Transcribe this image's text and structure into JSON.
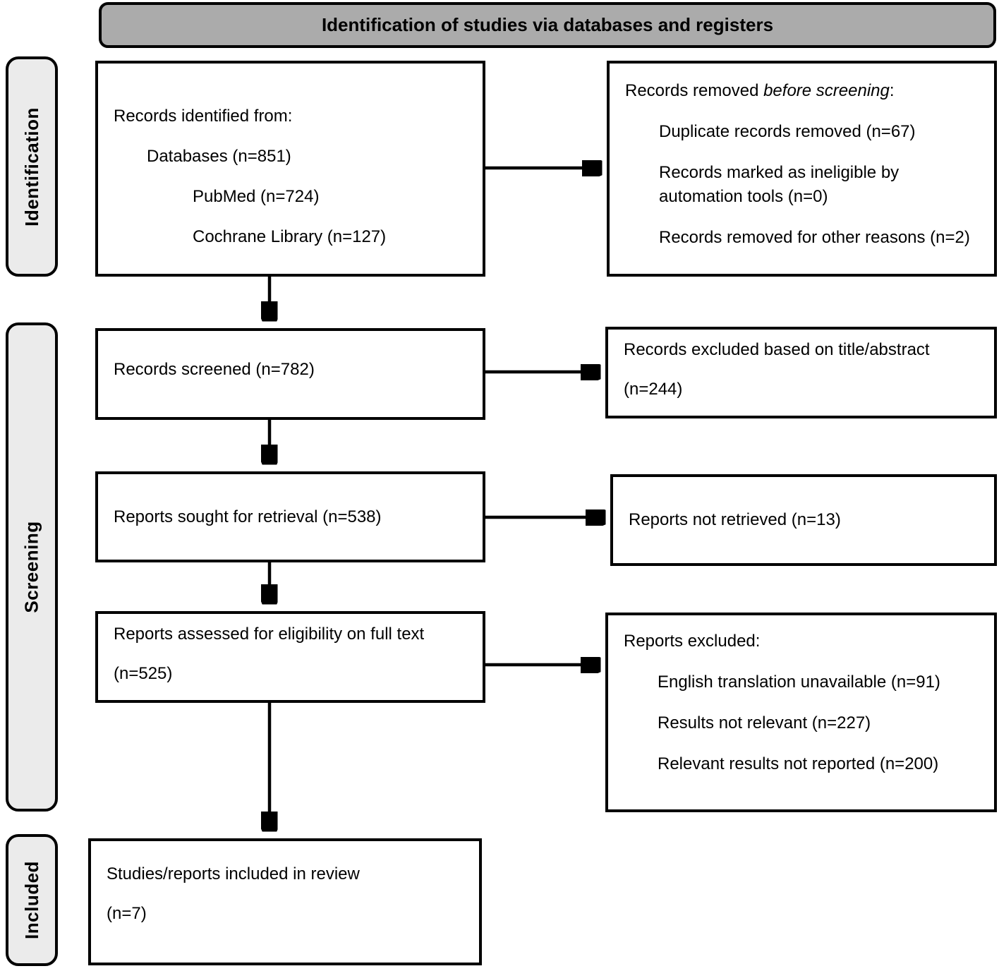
{
  "header": {
    "title": "Identification of studies via databases and registers"
  },
  "stages": [
    {
      "label": "Identification"
    },
    {
      "label": "Screening"
    },
    {
      "label": "Included"
    }
  ],
  "boxes": {
    "identified": {
      "line1": "Records identified from:",
      "line2": "Databases (n=851)",
      "line3": "PubMed (n=724)",
      "line4": "Cochrane Library (n=127)"
    },
    "removed": {
      "title_prefix": "Records removed ",
      "title_italic": "before screening",
      "title_suffix": ":",
      "item1": "Duplicate records removed (n=67)",
      "item2": "Records marked as ineligible by automation tools (n=0)",
      "item3": "Records removed for other reasons (n=2)"
    },
    "screened": {
      "text": "Records screened (n=782)"
    },
    "excluded_title_abstract": {
      "line1": "Records excluded based on title/abstract",
      "line2": "(n=244)"
    },
    "sought": {
      "text": "Reports sought for retrieval (n=538)"
    },
    "not_retrieved": {
      "text": "Reports not retrieved (n=13)"
    },
    "assessed": {
      "line1": "Reports assessed for eligibility on full text",
      "line2": "(n=525)"
    },
    "reports_excluded": {
      "title": "Reports excluded:",
      "item1": "English translation unavailable (n=91)",
      "item2": "Results not relevant (n=227)",
      "item3": "Relevant results not reported (n=200)"
    },
    "included": {
      "line1": "Studies/reports included in review",
      "line2": "(n=7)"
    }
  },
  "colors": {
    "header_fill": "#ABABAB",
    "stage_fill": "#EBEBEB",
    "box_fill": "#FFFFFF",
    "line": "#000000"
  }
}
